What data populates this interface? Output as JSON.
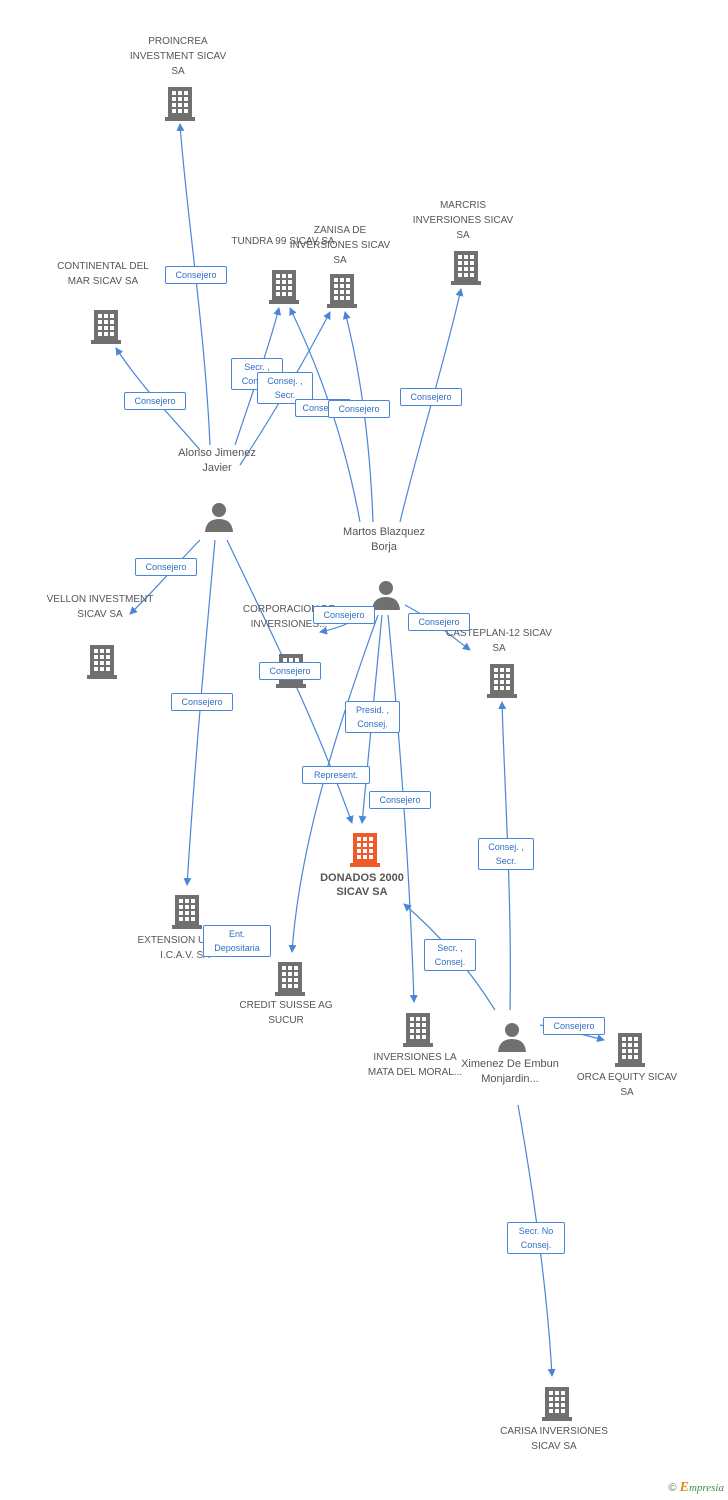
{
  "colors": {
    "edge": "#4a86d8",
    "node": "#707070",
    "main_node": "#f05a28",
    "text": "#555555"
  },
  "nodes": {
    "proincrea": "PROINCREA INVESTMENT SICAV SA",
    "continental": "CONTINENTAL DEL MAR SICAV SA",
    "tundra": "TUNDRA 99 SICAV SA",
    "zanisa": "ZANISA DE INVERSIONES SICAV SA",
    "marcris": "MARCRIS INVERSIONES SICAV SA",
    "alonso": "Alonso Jimenez Javier",
    "martos": "Martos Blazquez Borja",
    "vellon": "VELLON INVESTMENT SICAV SA",
    "corporacion": "CORPORACION DE INVERSIONES...",
    "casteplan": "CASTEPLAN-12 SICAV SA",
    "donados": "DONADOS 2000 SICAV SA",
    "extension": "EXTENSION UNO S. I.C.A.V. SA",
    "credit": "CREDIT SUISSE AG SUCUR",
    "mata": "INVERSIONES LA MATA DEL MORAL...",
    "ximenez": "Ximenez De Embun Monjardin...",
    "orca": "ORCA EQUITY SICAV SA",
    "carisa": "CARISA INVERSIONES SICAV SA"
  },
  "edge_labels": {
    "e1": "Consejero",
    "e2": "Consejero",
    "e3": "Secr. , Consej.",
    "e4": "Consej. , Secr.",
    "e5": "Consejero",
    "e6": "Consejero",
    "e7": "Consejero",
    "e8": "Consejero",
    "e9": "Consejero",
    "e10": "Consejero",
    "e11": "Consejero",
    "e12": "Consejero",
    "e13": "Presid. , Consej.",
    "e14": "Represent.",
    "e15": "Consejero",
    "e16": "Ent. Depositaria",
    "e17": "Consej. , Secr.",
    "e18": "Secr. , Consej.",
    "e19": "Consejero",
    "e20": "Secr. No Consej."
  },
  "footer": {
    "copyright": "©",
    "brand_initial": "E",
    "brand_rest": "mpresia"
  }
}
